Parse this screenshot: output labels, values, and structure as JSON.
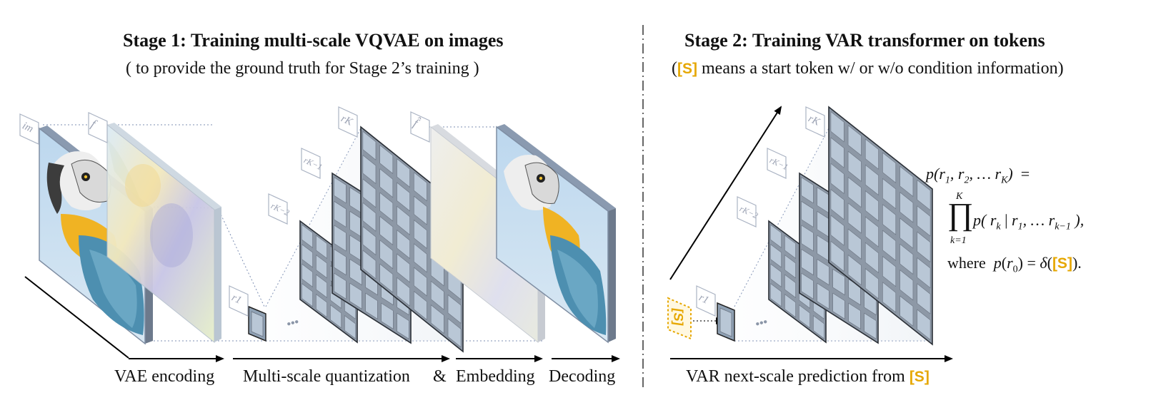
{
  "stage1": {
    "title": "Stage 1:  Training multi-scale VQVAE on images",
    "subtitle": "( to provide the ground truth for Stage 2’s training )"
  },
  "stage2": {
    "title": "Stage 2:  Training VAR transformer on tokens",
    "subtitle_pre": "(",
    "subtitle_token": "[S]",
    "subtitle_post": " means a start token w/ or w/o condition information)"
  },
  "bottom_labels": {
    "vae": "VAE encoding",
    "msq": "Multi-scale quantization",
    "amp": "&",
    "emb": "Embedding",
    "dec": "Decoding",
    "var_pre": "VAR next-scale prediction from ",
    "var_token": "[S]"
  },
  "tags": {
    "im": "im",
    "f": "f",
    "rK": "rK",
    "rK1": "rK−1",
    "rK2": "rK−2",
    "r1": "r1",
    "fhat": "f̂",
    "S": "[S]"
  },
  "dots": "•••",
  "formula": {
    "line1": "p(r₁, r₂, … r_K)  =",
    "prod_top": "K",
    "prod_sym": "∏",
    "prod_bot": "k=1",
    "line2": "p( r_k | r₁, … r_{k−1} ),",
    "line3_pre": "where  p(r₀) = δ(",
    "line3_token": "[S]",
    "line3_post": ")."
  },
  "colors": {
    "accent": "#e6a700",
    "grid_cell": "#b9c7d6",
    "grid_line": "#6a7380"
  }
}
